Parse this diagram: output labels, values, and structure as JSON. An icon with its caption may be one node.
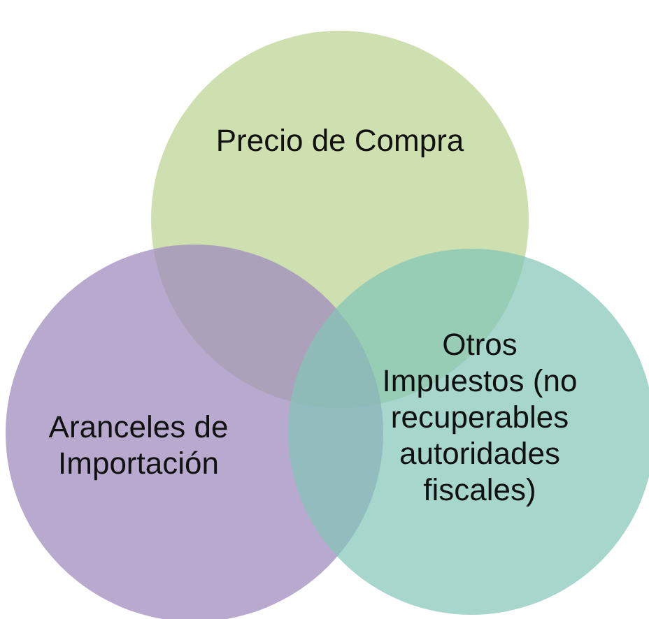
{
  "diagram": {
    "nodes": [
      {
        "text": [
          "Precio de Compra"
        ]
      },
      {
        "text": [
          "Aranceles de Importación"
        ]
      },
      {
        "text": [
          "Otros Impuestos (no recuperables autoridades fiscales)"
        ]
      }
    ]
  }
}
